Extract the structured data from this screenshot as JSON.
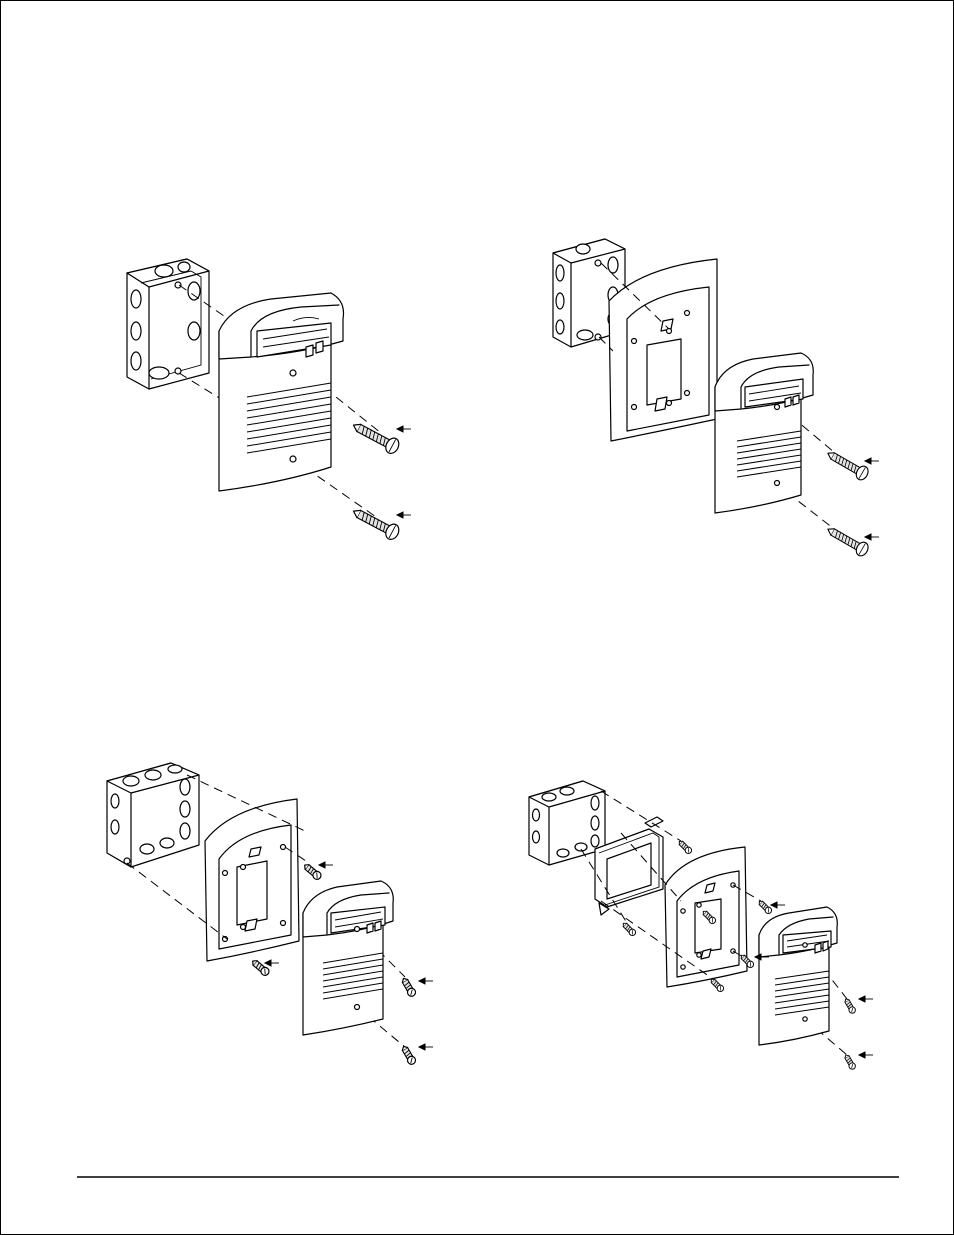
{
  "figures": [
    {
      "id": "surface-box-direct"
    },
    {
      "id": "surface-box-with-plate"
    },
    {
      "id": "square-box-with-plate"
    },
    {
      "id": "square-box-with-ring-and-plate"
    }
  ],
  "icons": [
    "electrical-box-icon",
    "mounting-plate-icon",
    "speaker-strobe-icon",
    "screw-icon",
    "arrow-icon"
  ],
  "colors": {
    "ink": "#000000",
    "paper": "#ffffff",
    "shade": "#e4e4e4"
  }
}
